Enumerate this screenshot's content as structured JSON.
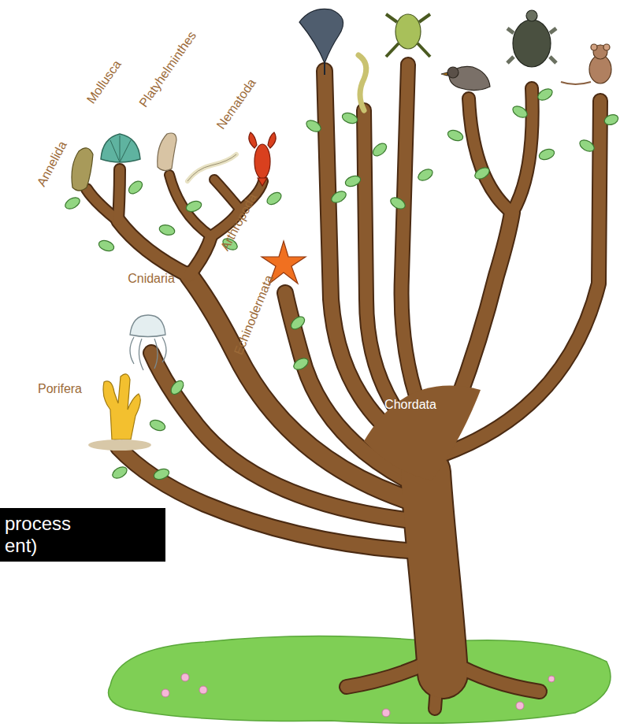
{
  "diagram": {
    "nodes": [
      {
        "text": [
          "process ent)"
        ]
      }
    ],
    "labels": [
      "Annelida",
      "Mollusca",
      "Platyhelminthes",
      "Nematoda",
      "Arthropoda",
      "Echinodermata",
      "Cnidaria",
      "Porifera",
      "Chordata"
    ]
  }
}
